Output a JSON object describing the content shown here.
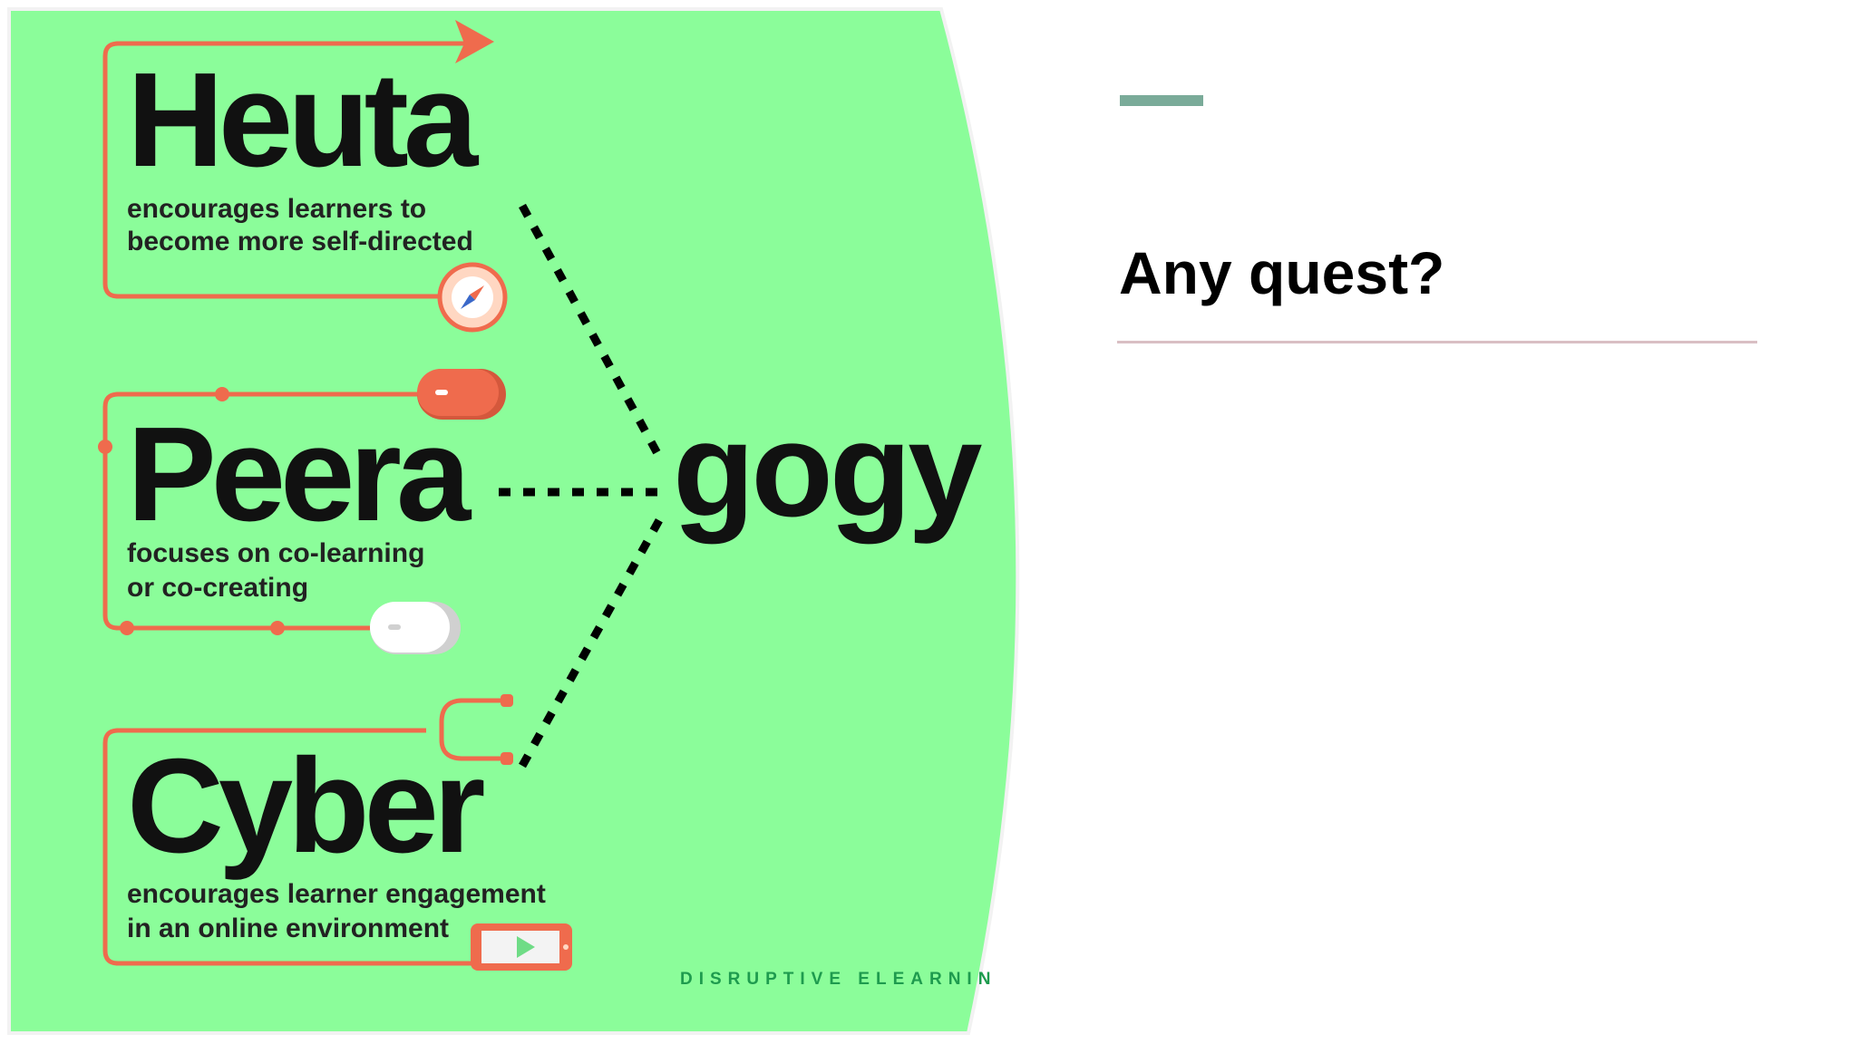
{
  "slide": {
    "title": "Any quest?",
    "accent_color": "#7aab99",
    "underline_color": "#d9bfc4"
  },
  "infographic": {
    "background_color": "#8bfd9a",
    "line_color": "#ef6b4d",
    "suffix": "gogy",
    "brand": "DISRUPTIVE ELEARNIN",
    "items": [
      {
        "prefix": "Heuta",
        "line1": "encourages learners to",
        "line2": "become more self-directed",
        "icon": "compass-icon"
      },
      {
        "prefix": "Peera",
        "line1": "focuses on co-learning",
        "line2": "or co-creating",
        "icon": "mouse-icon"
      },
      {
        "prefix": "Cyber",
        "line1": "encourages learner engagement",
        "line2": "in an online environment",
        "icon": "phone-video-icon"
      }
    ]
  }
}
